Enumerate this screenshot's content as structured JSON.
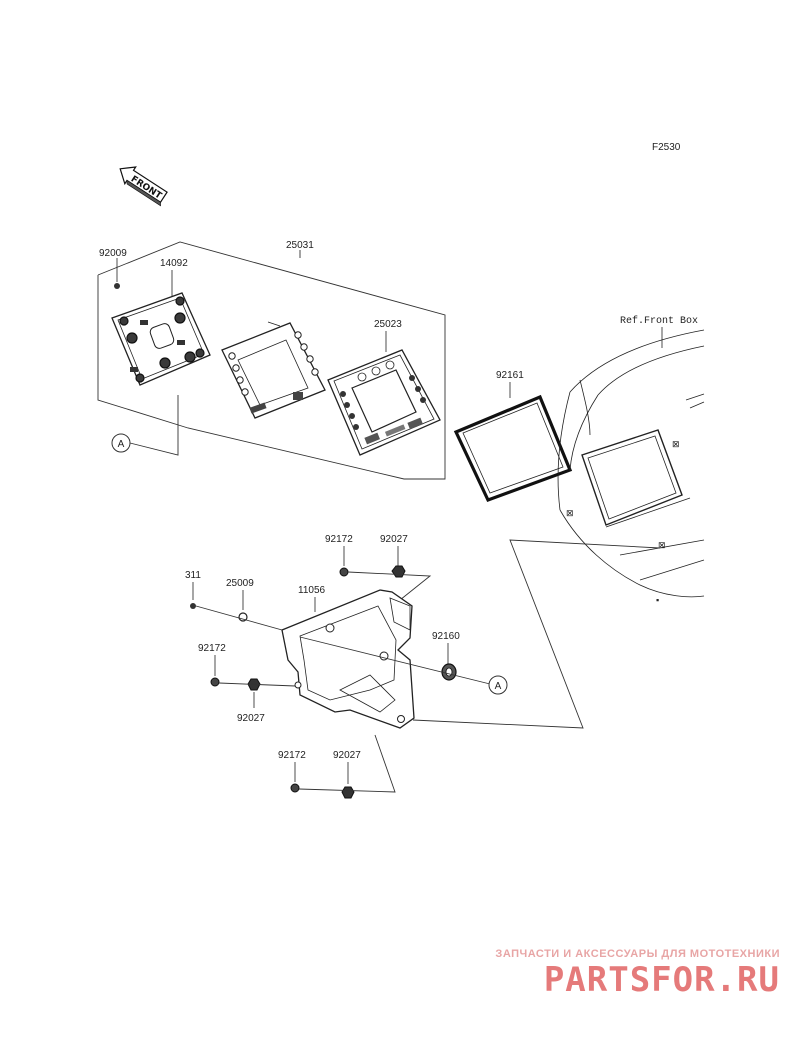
{
  "figure_code": "F2530",
  "front_arrow_label": "FRONT",
  "ref_label": "Ref.Front Box",
  "callout_letter": "A",
  "parts": {
    "p92009": "92009",
    "p14092": "14092",
    "p25031": "25031",
    "p25023": "25023",
    "p92161": "92161",
    "p92172a": "92172",
    "p92027a": "92027",
    "p311": "311",
    "p25009": "25009",
    "p11056": "11056",
    "p92160": "92160",
    "p92172b": "92172",
    "p92027b": "92027",
    "p92172c": "92172",
    "p92027c": "92027"
  },
  "watermark": {
    "tagline": "ЗАПЧАСТИ И АКСЕССУАРЫ ДЛЯ МОТОТЕХНИКИ",
    "brand": "PARTSFOR.RU"
  }
}
